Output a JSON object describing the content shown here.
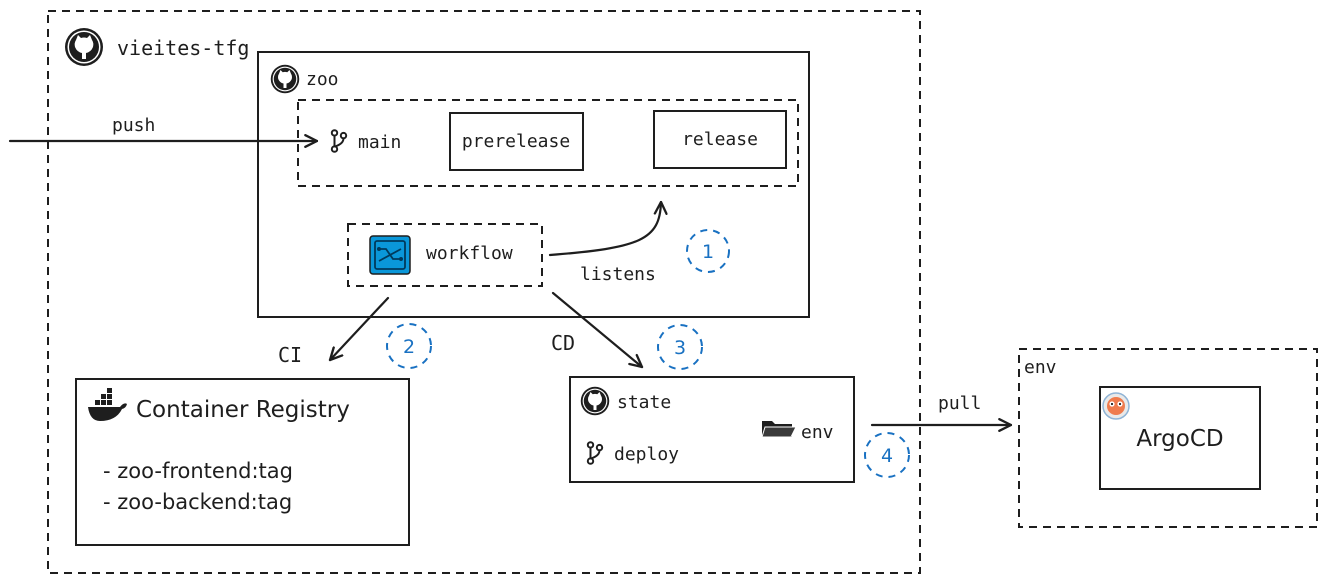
{
  "org": {
    "label": "vieites-tfg",
    "icon": "github-icon"
  },
  "repo": {
    "label": "zoo",
    "icon": "github-icon"
  },
  "branches": {
    "main": "main",
    "prerelease": "prerelease",
    "release": "release"
  },
  "workflow": {
    "label": "workflow",
    "icon": "workflow-icon"
  },
  "edges": {
    "push": "push",
    "listens": "listens",
    "ci": "CI",
    "cd": "CD",
    "pull": "pull"
  },
  "steps": [
    "1",
    "2",
    "3",
    "4"
  ],
  "registry": {
    "title": "Container Registry",
    "icon": "docker-icon",
    "items": [
      "- zoo-frontend:tag",
      "- zoo-backend:tag"
    ]
  },
  "state": {
    "label": "state",
    "icon": "github-icon",
    "branch": "deploy",
    "folder": "env",
    "folder_icon": "folder-icon"
  },
  "env_cluster": {
    "label": "env",
    "app": "ArgoCD",
    "app_icon": "argocd-icon"
  },
  "colors": {
    "stroke": "#1e1e1e",
    "accent": "#1971c2",
    "workflow_icon_bg": "#0a97d9"
  }
}
